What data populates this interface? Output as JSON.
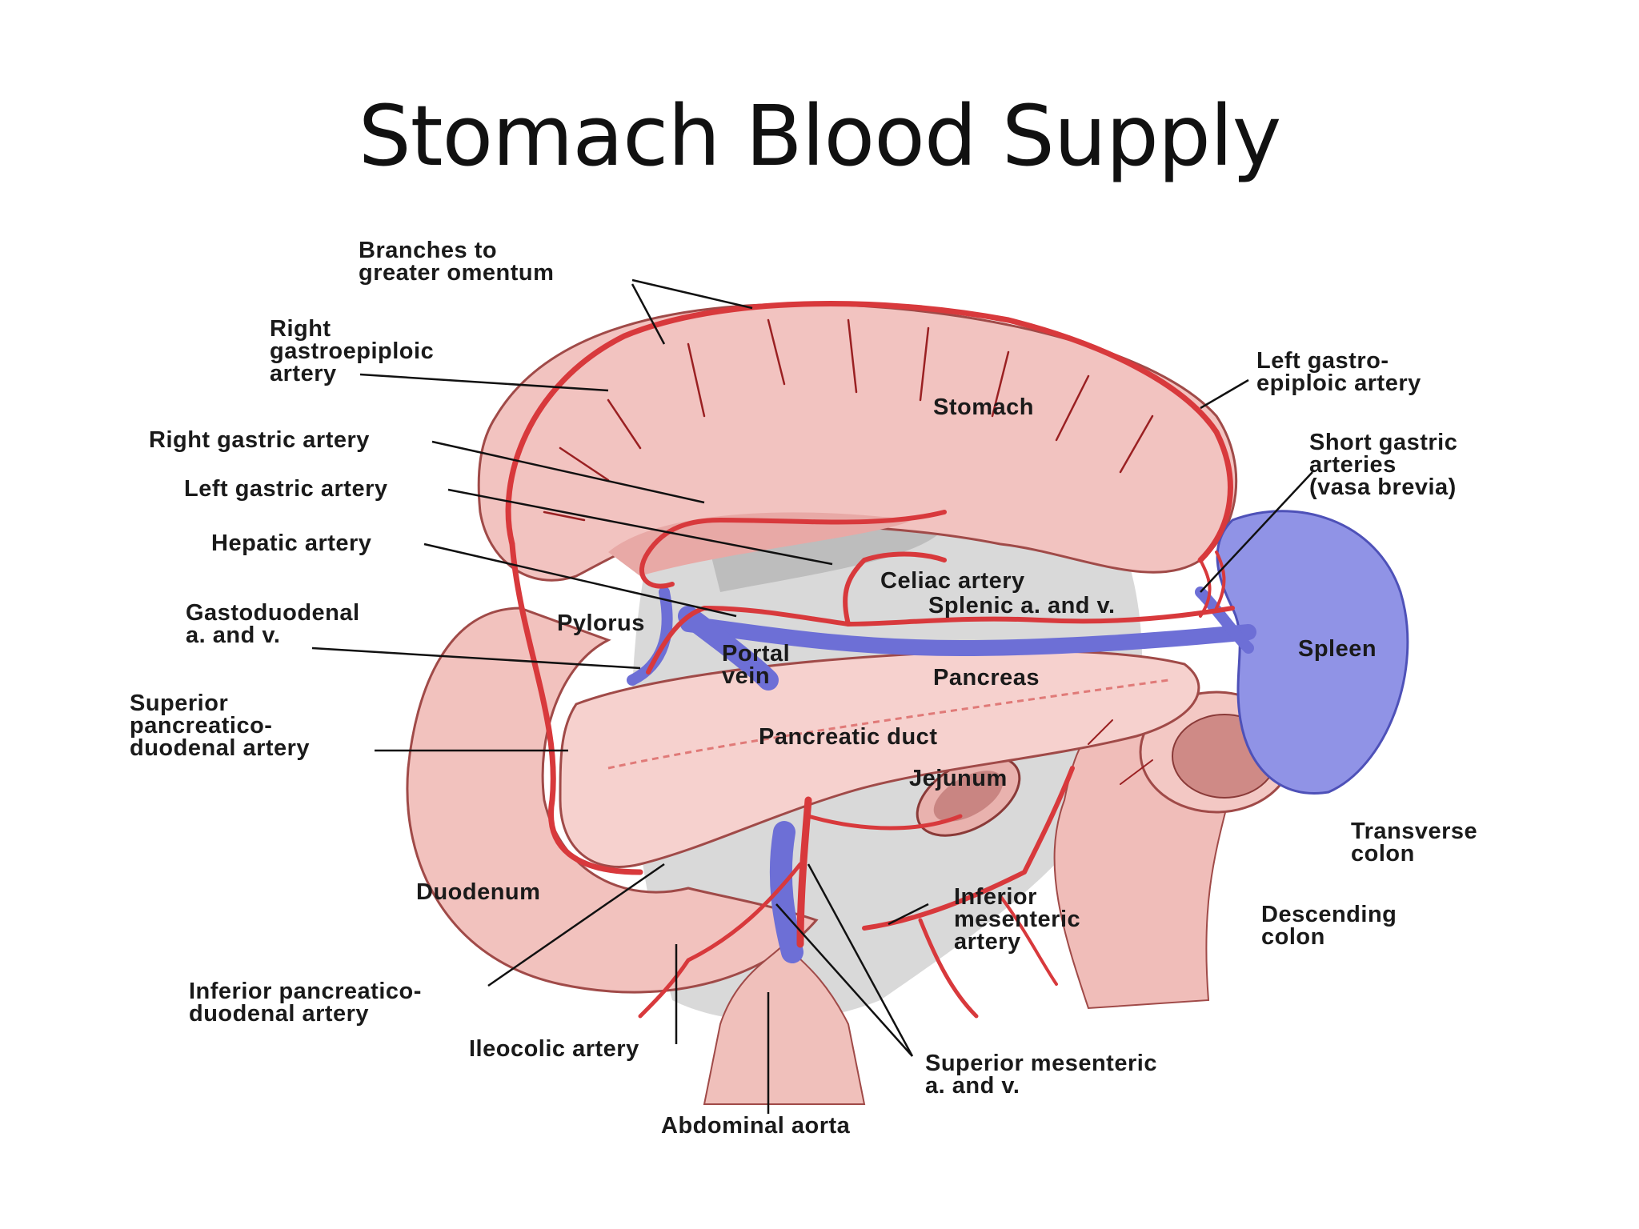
{
  "title": "Stomach Blood Supply",
  "labels": {
    "branches_omentum": [
      "Branches to",
      "greater omentum"
    ],
    "right_gastroepiploic": [
      "Right",
      "gastroepiploic",
      "artery"
    ],
    "right_gastric": [
      "Right gastric artery"
    ],
    "left_gastric": [
      "Left gastric artery"
    ],
    "hepatic": [
      "Hepatic artery"
    ],
    "gastroduodenal": [
      "Gastoduodenal",
      "a. and v."
    ],
    "sup_pancreaticoduodenal": [
      "Superior",
      "pancreatico-",
      "duodenal  artery"
    ],
    "inf_pancreaticoduodenal": [
      "Inferior pancreatico-",
      "duodenal artery"
    ],
    "ileocolic": [
      "Ileocolic artery"
    ],
    "abdominal_aorta": [
      "Abdominal aorta"
    ],
    "sup_mesenteric": [
      "Superior mesenteric",
      "a. and v."
    ],
    "left_gastroepiploic": [
      "Left gastro-",
      "epiploic artery"
    ],
    "short_gastric": [
      "Short gastric",
      "arteries",
      "(vasa brevia)"
    ],
    "transverse_colon": [
      "Transverse",
      "colon"
    ],
    "descending_colon": [
      "Descending",
      "colon"
    ],
    "stomach": [
      "Stomach"
    ],
    "celiac": [
      "Celiac artery"
    ],
    "splenic": [
      "Splenic a. and v."
    ],
    "pylorus": [
      "Pylorus"
    ],
    "portal_vein": [
      "Portal",
      "vein"
    ],
    "pancreas": [
      "Pancreas"
    ],
    "spleen": [
      "Spleen"
    ],
    "pancreatic_duct": [
      "Pancreatic duct"
    ],
    "jejunum": [
      "Jejunum"
    ],
    "duodenum": [
      "Duodenum"
    ],
    "inf_mesenteric": [
      "Inferior",
      "mesenteric",
      "artery"
    ]
  },
  "colors": {
    "tissue": "#f2c3c0",
    "tissue_shade": "#e29a98",
    "artery": "#d8393c",
    "vein": "#7b7ee0",
    "spleen": "#9093e6",
    "background_shadow": "#d6d6d6"
  }
}
